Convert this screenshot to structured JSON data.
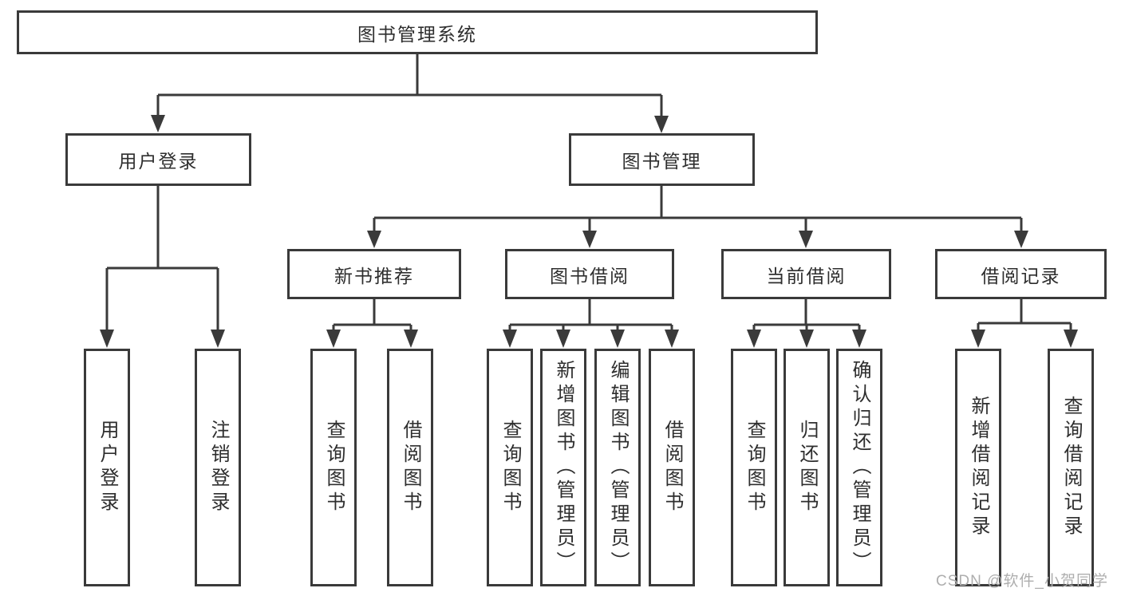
{
  "colors": {
    "line": "#3a3a3a",
    "box_border": "#3a3a3a",
    "text": "#2e2e2e",
    "watermark": "#aeaeae",
    "background": "#ffffff"
  },
  "watermark": "CSDN @软件_小贺同学",
  "tree": {
    "root": {
      "label": "图书管理系统"
    },
    "level2": [
      {
        "label": "用户登录"
      },
      {
        "label": "图书管理"
      }
    ],
    "level3": [
      {
        "label": "新书推荐",
        "parent": "图书管理"
      },
      {
        "label": "图书借阅",
        "parent": "图书管理"
      },
      {
        "label": "当前借阅",
        "parent": "图书管理"
      },
      {
        "label": "借阅记录",
        "parent": "图书管理"
      }
    ],
    "leaves": [
      {
        "label": "用户登录",
        "parent": "用户登录"
      },
      {
        "label": "注销登录",
        "parent": "用户登录"
      },
      {
        "label": "查询图书",
        "parent": "新书推荐"
      },
      {
        "label": "借阅图书",
        "parent": "新书推荐"
      },
      {
        "label": "查询图书",
        "parent": "图书借阅"
      },
      {
        "label": "新增图书（管理员）",
        "parent": "图书借阅"
      },
      {
        "label": "编辑图书（管理员）",
        "parent": "图书借阅"
      },
      {
        "label": "借阅图书",
        "parent": "图书借阅"
      },
      {
        "label": "查询图书",
        "parent": "当前借阅"
      },
      {
        "label": "归还图书",
        "parent": "当前借阅"
      },
      {
        "label": "确认归还（管理员）",
        "parent": "当前借阅"
      },
      {
        "label": "新增借阅记录",
        "parent": "借阅记录"
      },
      {
        "label": "查询借阅记录",
        "parent": "借阅记录"
      }
    ]
  }
}
